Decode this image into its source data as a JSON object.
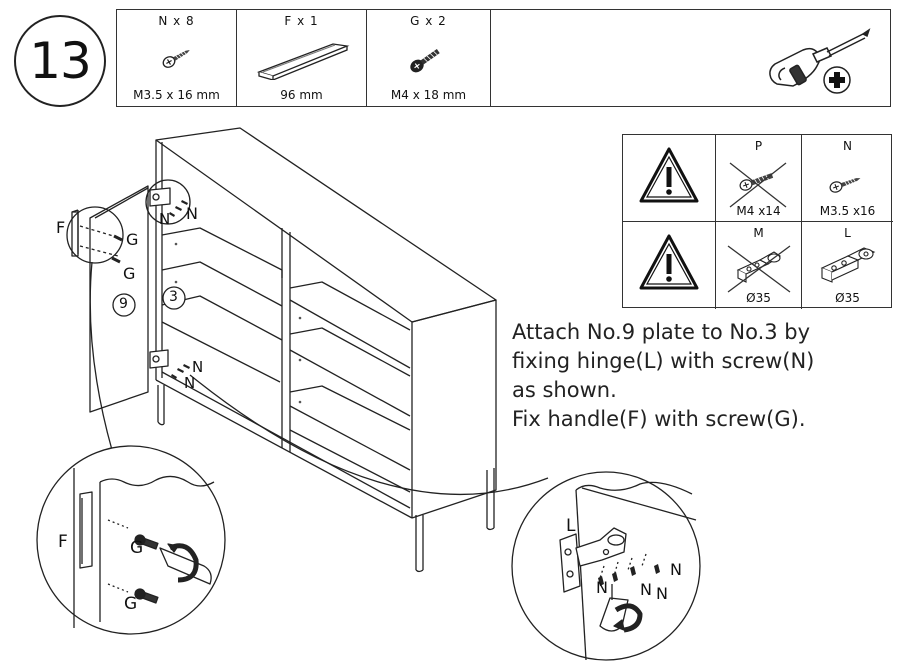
{
  "step": {
    "number": "13"
  },
  "parts": [
    {
      "title": "N x 8",
      "size": "M3.5 x 16 mm",
      "icon": "screw-icon"
    },
    {
      "title": "F x 1",
      "size": "96 mm",
      "icon": "handle-icon"
    },
    {
      "title": "G x 2",
      "size": "M4 x 18 mm",
      "icon": "screw-icon"
    }
  ],
  "tool": {
    "icon": "phillips-screwdriver-icon"
  },
  "warning_table": {
    "rows": [
      {
        "icon": "warning-triangle-icon",
        "part_label": "P",
        "part_size": "M4 x14",
        "part_icon": "crossed-screw-icon",
        "ok_label": "N",
        "ok_size": "M3.5 x16",
        "ok_icon": "screw-icon"
      },
      {
        "icon": "warning-triangle-icon",
        "part_label": "M",
        "part_size": "Ø35",
        "part_icon": "crossed-hinge-icon",
        "ok_label": "L",
        "ok_size": "Ø35",
        "ok_icon": "hinge-icon"
      }
    ]
  },
  "instructions": [
    "Attach No.9 plate to No.3 by",
    "fixing hinge(L) with screw(N)",
    "as shown.",
    "Fix handle(F) with screw(G)."
  ],
  "labels": {
    "F": "F",
    "G": "G",
    "N": "N",
    "L": "L",
    "panel_9": "9",
    "panel_3": "3"
  }
}
